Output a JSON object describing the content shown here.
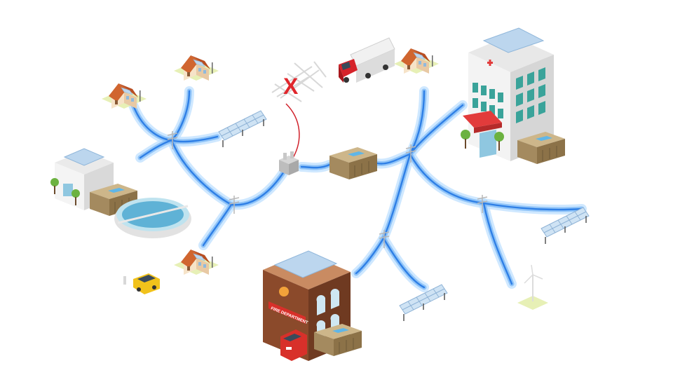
{
  "diagram": {
    "subject": "microgrid",
    "palette": {
      "power_line": "#2e7fe6",
      "power_glow": "#bfe0ff",
      "fault_x": "#e0262c",
      "fault_wire": "#d0202a",
      "fire_station_brick": "#8b4a2b",
      "hospital_cross": "#e23b3b",
      "solar_panel": "#b9d7ee",
      "lawn": "#e7f0b6"
    },
    "labels": {
      "fault_marker": "X",
      "fire_station_sign": "FIRE DEPARTMENT"
    },
    "icons": [
      "house-icon",
      "solar-array-icon",
      "transmission-tower-icon",
      "semi-truck-icon",
      "hospital-icon",
      "battery-storage-icon",
      "substation-icon",
      "water-treatment-plant-icon",
      "electric-car-icon",
      "ev-charger-icon",
      "fire-station-icon",
      "fire-truck-icon",
      "wind-turbine-icon"
    ]
  }
}
